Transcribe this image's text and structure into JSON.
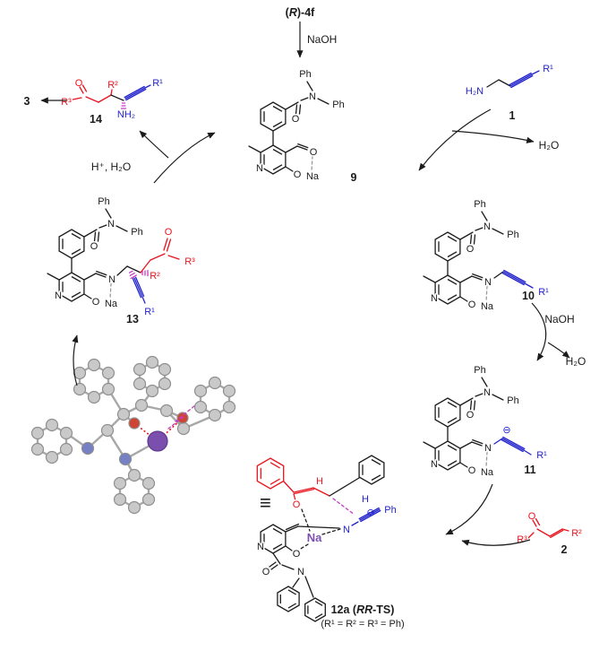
{
  "colors": {
    "black": "#1b1b1b",
    "red": "#e8141e",
    "blue": "#2323cc",
    "magenta": "#c73ac7",
    "purple": "#7b4fae",
    "gray": "#999999"
  },
  "labels": {
    "cmpd_4f_pre": "(",
    "cmpd_4f_it": "R",
    "cmpd_4f_post": ")-4f",
    "naoh": "NaOH",
    "h2o": "H₂O",
    "h_plus_h2o": "H⁺, H₂O",
    "h2n": "H₂N",
    "nh2": "NH₂",
    "ph": "Ph",
    "n": "N",
    "o": "O",
    "na": "Na",
    "h": "H",
    "r1": "R¹",
    "r2": "R²",
    "r3": "R³",
    "carbanion": "⊖",
    "equiv": "≡",
    "num_1": "1",
    "num_2": "2",
    "num_3": "3",
    "num_9": "9",
    "num_10": "10",
    "num_11": "11",
    "num_13": "13",
    "num_14": "14",
    "ts_pre": "12a (",
    "ts_it": "RR",
    "ts_post": "-TS)",
    "ts_note": "(R¹ = R² = R³ = Ph)"
  }
}
